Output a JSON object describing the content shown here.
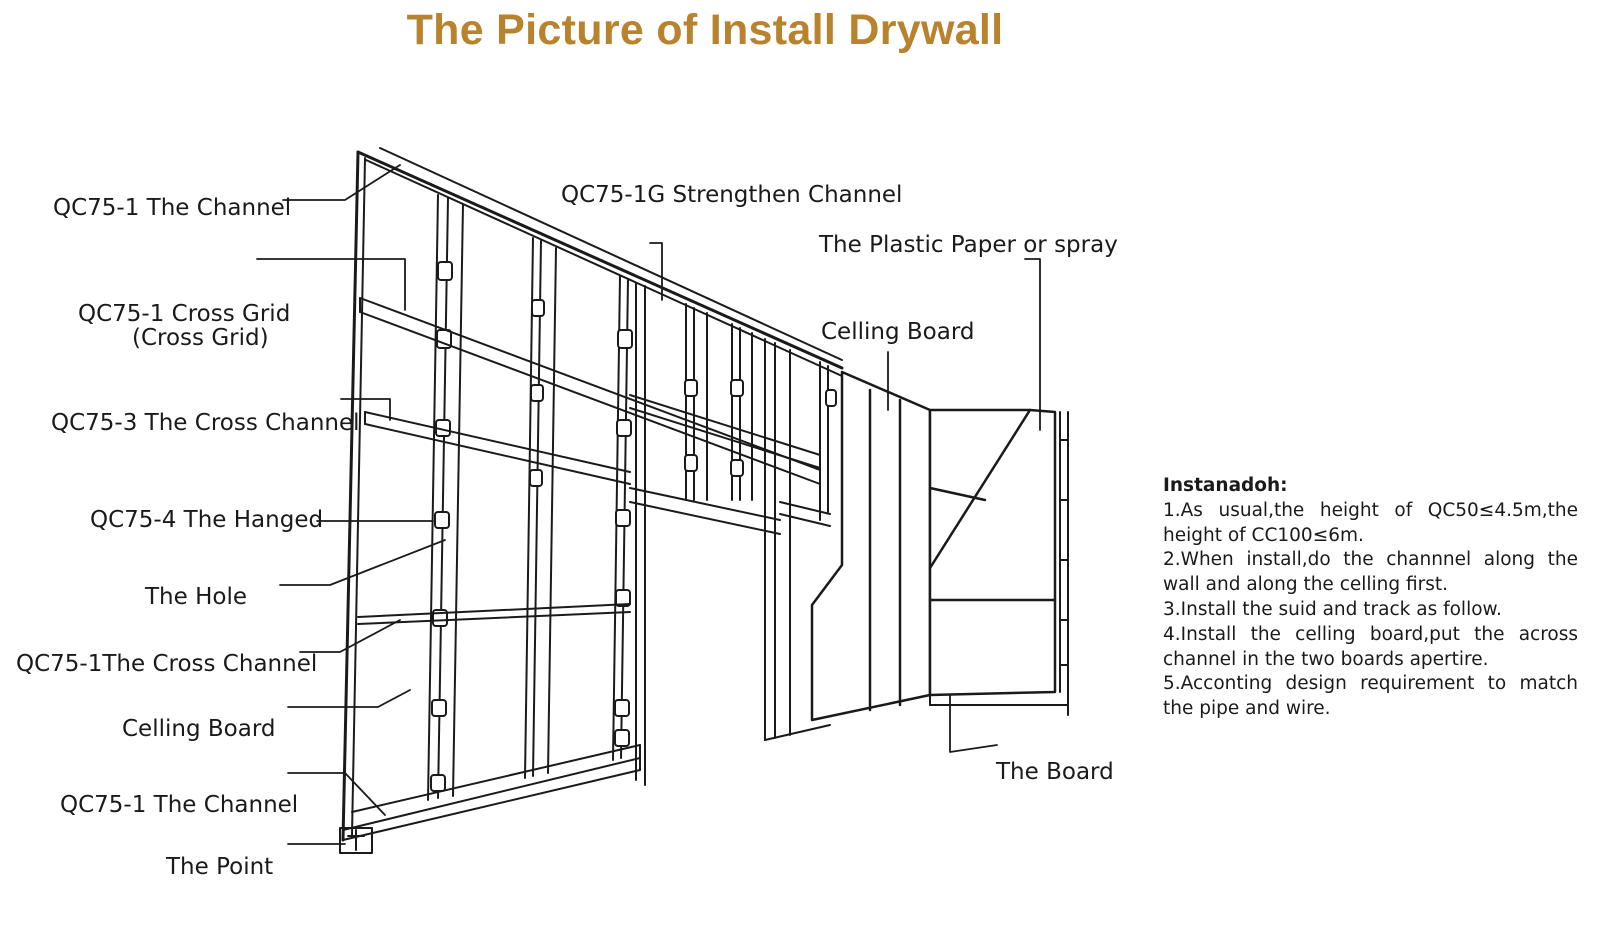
{
  "title": "The Picture of Install Drywall",
  "labels": {
    "channel_top": "QC75-1 The Channel",
    "cross_grid": "QC75-1 Cross Grid",
    "cross_grid_sub": "(Cross Grid)",
    "cross_channel_3": "QC75-3 The Cross Channel",
    "hanged": "QC75-4 The Hanged",
    "hole": "The Hole",
    "cross_channel_1": "QC75-1The Cross Channel",
    "ceiling_board_left": "Celling Board",
    "channel_bottom": "QC75-1 The Channel",
    "point": "The Point",
    "strengthen_channel": "QC75-1G Strengthen Channel",
    "plastic_paper": "The Plastic Paper or spray",
    "ceiling_board_right": "Celling Board",
    "board": "The Board"
  },
  "instructions": {
    "heading": "Instanadoh:",
    "steps": [
      "1.As usual,the height of QC50≤4.5m,the height of CC100≤6m.",
      "2.When install,do the channnel along the wall and along the celling first.",
      "3.Install the suid and track as follow.",
      "4.Install the celling board,put the across channel in the two boards apertire.",
      "5.Acconting design requirement to match the pipe and wire."
    ]
  },
  "colors": {
    "title": "#b9822d",
    "lines": "#1a1a1a"
  }
}
